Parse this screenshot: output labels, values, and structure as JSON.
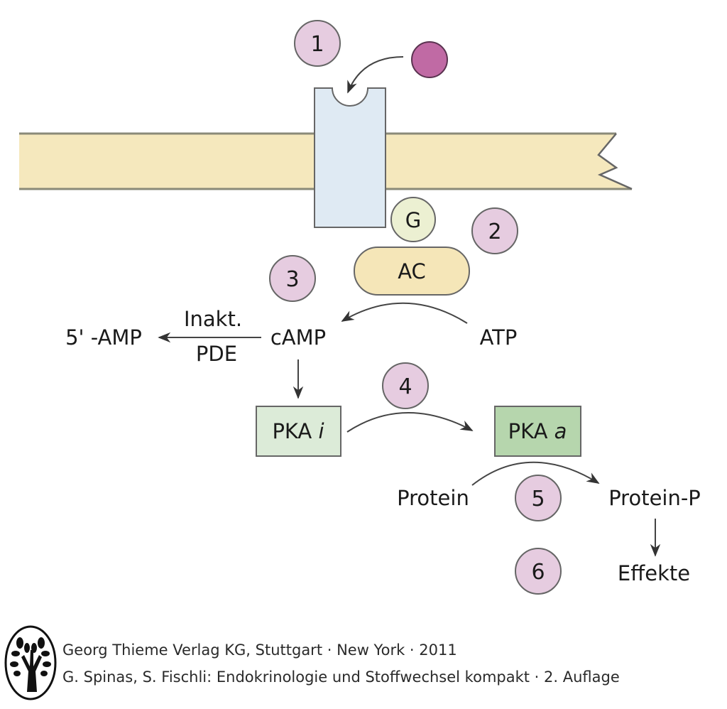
{
  "diagram": {
    "title": "cAMP second messenger signaling pathway",
    "colors": {
      "membrane": "#f5e8bd",
      "receptor": "#dfeaf3",
      "ligand": "#c06aa4",
      "step_circle": "#e6cce0",
      "g_protein": "#ecf0d2",
      "adenylate_cyclase": "#f5e6b8",
      "pka_inactive": "#dcebd8",
      "pka_active": "#b6d6ad",
      "outline": "#555555"
    },
    "steps": [
      "1",
      "2",
      "3",
      "4",
      "5",
      "6"
    ],
    "nodes": {
      "g_protein": "G",
      "ac": "AC",
      "atp": "ATP",
      "camp": "cAMP",
      "amp": "5' -AMP",
      "inakt": "Inakt.",
      "pde": "PDE",
      "pka_i_prefix": "PKA ",
      "pka_i_suffix": "i",
      "pka_a_prefix": "PKA ",
      "pka_a_suffix": "a",
      "protein": "Protein",
      "protein_p": "Protein-P",
      "effekte": "Effekte"
    }
  },
  "footer": {
    "line1": "Georg Thieme Verlag KG, Stuttgart · New York · 2011",
    "line2": "G. Spinas, S. Fischli: Endokrinologie und Stoffwechsel kompakt · 2. Auflage",
    "logo": "thieme-tree-logo"
  }
}
